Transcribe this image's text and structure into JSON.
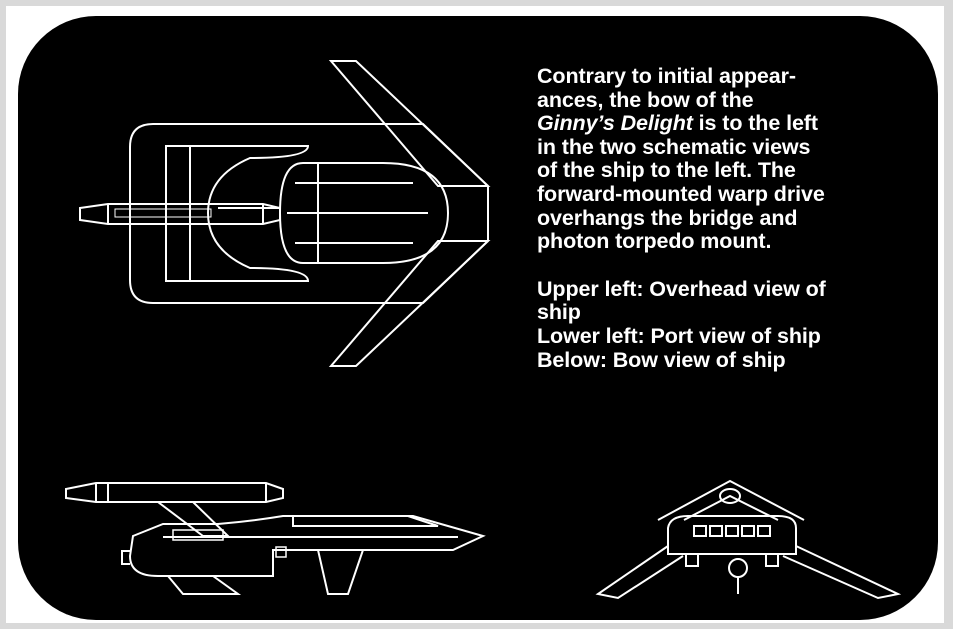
{
  "caption": {
    "lines": [
      "Contrary to initial appear-",
      "ances, the bow of the",
      "is to the left",
      "in the two schematic views",
      "of the ship to the left. The",
      "forward-mounted warp drive",
      "overhangs the bridge and",
      "photon torpedo mount."
    ],
    "ship_name": "Ginny’s Delight",
    "views": [
      "Upper left: Overhead view of",
      "ship",
      "Lower left: Port view of ship",
      "Below: Bow view of ship"
    ]
  },
  "colors": {
    "panel": "#000000",
    "ink": "#ffffff",
    "frame": "#d9d9d9"
  }
}
